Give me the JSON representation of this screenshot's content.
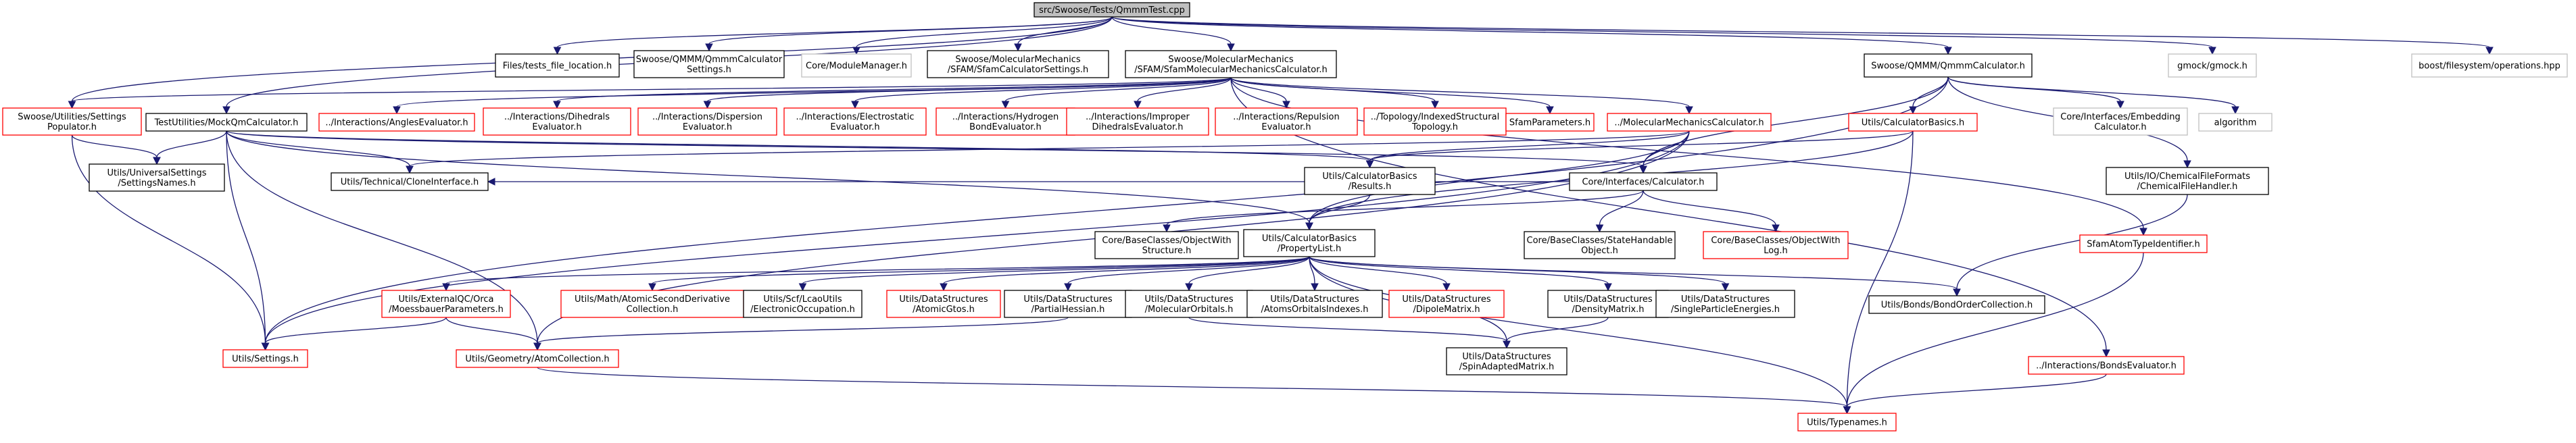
{
  "colors": {
    "edge": "#191970",
    "border_default": "#000000",
    "border_undocumented": "#ff0000",
    "border_external": "#bfbfbf",
    "root_fill": "#bfbfbf",
    "fill": "#ffffff"
  },
  "nodes": {
    "root": {
      "lines": [
        "src/Swoose/Tests/QmmmTest.cpp"
      ],
      "kind": "root"
    },
    "files_tests": {
      "lines": [
        "Files/tests_file_location.h"
      ],
      "kind": "doc"
    },
    "qmmm_calc_settings": {
      "lines": [
        "Swoose/QMMM/QmmmCalculator",
        "Settings.h"
      ],
      "kind": "doc"
    },
    "module_manager": {
      "lines": [
        "Core/ModuleManager.h"
      ],
      "kind": "ext"
    },
    "sfam_calc_settings": {
      "lines": [
        "Swoose/MolecularMechanics",
        "/SFAM/SfamCalculatorSettings.h"
      ],
      "kind": "doc"
    },
    "sfam_mm_calc": {
      "lines": [
        "Swoose/MolecularMechanics",
        "/SFAM/SfamMolecularMechanicsCalculator.h"
      ],
      "kind": "doc"
    },
    "qmmm_calc": {
      "lines": [
        "Swoose/QMMM/QmmmCalculator.h"
      ],
      "kind": "doc"
    },
    "gmock": {
      "lines": [
        "gmock/gmock.h"
      ],
      "kind": "ext"
    },
    "boost_fs": {
      "lines": [
        "boost/filesystem/operations.hpp"
      ],
      "kind": "ext"
    },
    "settings_populator": {
      "lines": [
        "Swoose/Utilities/Settings",
        "Populator.h"
      ],
      "kind": "undoc"
    },
    "mock_qm_calc": {
      "lines": [
        "TestUtilities/MockQmCalculator.h"
      ],
      "kind": "doc"
    },
    "angles_eval": {
      "lines": [
        "../Interactions/AnglesEvaluator.h"
      ],
      "kind": "undoc"
    },
    "dihedrals_eval": {
      "lines": [
        "../Interactions/Dihedrals",
        "Evaluator.h"
      ],
      "kind": "undoc"
    },
    "dispersion_eval": {
      "lines": [
        "../Interactions/Dispersion",
        "Evaluator.h"
      ],
      "kind": "undoc"
    },
    "electrostatic_eval": {
      "lines": [
        "../Interactions/Electrostatic",
        "Evaluator.h"
      ],
      "kind": "undoc"
    },
    "hbond_eval": {
      "lines": [
        "../Interactions/Hydrogen",
        "BondEvaluator.h"
      ],
      "kind": "undoc"
    },
    "improper_eval": {
      "lines": [
        "../Interactions/Improper",
        "DihedralsEvaluator.h"
      ],
      "kind": "undoc"
    },
    "repulsion_eval": {
      "lines": [
        "../Interactions/Repulsion",
        "Evaluator.h"
      ],
      "kind": "undoc"
    },
    "indexed_topology": {
      "lines": [
        "../Topology/IndexedStructural",
        "Topology.h"
      ],
      "kind": "undoc"
    },
    "sfam_params": {
      "lines": [
        "SfamParameters.h"
      ],
      "kind": "undoc"
    },
    "mm_calc": {
      "lines": [
        "../MolecularMechanicsCalculator.h"
      ],
      "kind": "undoc"
    },
    "calc_basics": {
      "lines": [
        "Utils/CalculatorBasics.h"
      ],
      "kind": "undoc"
    },
    "embedding_calc": {
      "lines": [
        "Core/Interfaces/Embedding",
        "Calculator.h"
      ],
      "kind": "ext"
    },
    "algorithm": {
      "lines": [
        "algorithm"
      ],
      "kind": "ext"
    },
    "universal_settings": {
      "lines": [
        "Utils/UniversalSettings",
        "/SettingsNames.h"
      ],
      "kind": "doc"
    },
    "clone_interface": {
      "lines": [
        "Utils/Technical/CloneInterface.h"
      ],
      "kind": "doc"
    },
    "calc_results": {
      "lines": [
        "Utils/CalculatorBasics",
        "/Results.h"
      ],
      "kind": "doc"
    },
    "core_calculator": {
      "lines": [
        "Core/Interfaces/Calculator.h"
      ],
      "kind": "doc"
    },
    "chem_file_handler": {
      "lines": [
        "Utils/IO/ChemicalFileFormats",
        "/ChemicalFileHandler.h"
      ],
      "kind": "doc"
    },
    "property_list": {
      "lines": [
        "Utils/CalculatorBasics",
        "/PropertyList.h"
      ],
      "kind": "doc"
    },
    "obj_structure": {
      "lines": [
        "Core/BaseClasses/ObjectWith",
        "Structure.h"
      ],
      "kind": "doc"
    },
    "state_handable": {
      "lines": [
        "Core/BaseClasses/StateHandable",
        "Object.h"
      ],
      "kind": "doc"
    },
    "obj_log": {
      "lines": [
        "Core/BaseClasses/ObjectWith",
        "Log.h"
      ],
      "kind": "undoc"
    },
    "sfam_atom_type": {
      "lines": [
        "SfamAtomTypeIdentifier.h"
      ],
      "kind": "undoc"
    },
    "orca_moessbauer": {
      "lines": [
        "Utils/ExternalQC/Orca",
        "/MoessbauerParameters.h"
      ],
      "kind": "undoc"
    },
    "atomic_second_deriv": {
      "lines": [
        "Utils/Math/AtomicSecondDerivative",
        "Collection.h"
      ],
      "kind": "undoc"
    },
    "electronic_occupation": {
      "lines": [
        "Utils/Scf/LcaoUtils",
        "/ElectronicOccupation.h"
      ],
      "kind": "doc"
    },
    "atomic_gtos": {
      "lines": [
        "Utils/DataStructures",
        "/AtomicGtos.h"
      ],
      "kind": "undoc"
    },
    "partial_hessian": {
      "lines": [
        "Utils/DataStructures",
        "/PartialHessian.h"
      ],
      "kind": "doc"
    },
    "molecular_orbitals": {
      "lines": [
        "Utils/DataStructures",
        "/MolecularOrbitals.h"
      ],
      "kind": "doc"
    },
    "atoms_orbitals_indexes": {
      "lines": [
        "Utils/DataStructures",
        "/AtomsOrbitalsIndexes.h"
      ],
      "kind": "doc"
    },
    "dipole_matrix": {
      "lines": [
        "Utils/DataStructures",
        "/DipoleMatrix.h"
      ],
      "kind": "undoc"
    },
    "density_matrix": {
      "lines": [
        "Utils/DataStructures",
        "/DensityMatrix.h"
      ],
      "kind": "doc"
    },
    "single_particle_energies": {
      "lines": [
        "Utils/DataStructures",
        "/SingleParticleEnergies.h"
      ],
      "kind": "doc"
    },
    "bond_order_collection": {
      "lines": [
        "Utils/Bonds/BondOrderCollection.h"
      ],
      "kind": "doc"
    },
    "utils_settings": {
      "lines": [
        "Utils/Settings.h"
      ],
      "kind": "undoc"
    },
    "atom_collection": {
      "lines": [
        "Utils/Geometry/AtomCollection.h"
      ],
      "kind": "undoc"
    },
    "spin_adapted_matrix": {
      "lines": [
        "Utils/DataStructures",
        "/SpinAdaptedMatrix.h"
      ],
      "kind": "doc"
    },
    "bonds_eval": {
      "lines": [
        "../Interactions/BondsEvaluator.h"
      ],
      "kind": "undoc"
    },
    "typenames": {
      "lines": [
        "Utils/Typenames.h"
      ],
      "kind": "undoc"
    }
  },
  "edges": [
    [
      "root",
      "files_tests"
    ],
    [
      "root",
      "qmmm_calc_settings"
    ],
    [
      "root",
      "module_manager"
    ],
    [
      "root",
      "sfam_calc_settings"
    ],
    [
      "root",
      "sfam_mm_calc"
    ],
    [
      "root",
      "qmmm_calc"
    ],
    [
      "root",
      "gmock"
    ],
    [
      "root",
      "boost_fs"
    ],
    [
      "root",
      "settings_populator"
    ],
    [
      "root",
      "mock_qm_calc"
    ],
    [
      "sfam_mm_calc",
      "angles_eval"
    ],
    [
      "sfam_mm_calc",
      "dihedrals_eval"
    ],
    [
      "sfam_mm_calc",
      "dispersion_eval"
    ],
    [
      "sfam_mm_calc",
      "electrostatic_eval"
    ],
    [
      "sfam_mm_calc",
      "hbond_eval"
    ],
    [
      "sfam_mm_calc",
      "improper_eval"
    ],
    [
      "sfam_mm_calc",
      "repulsion_eval"
    ],
    [
      "sfam_mm_calc",
      "indexed_topology"
    ],
    [
      "sfam_mm_calc",
      "sfam_params"
    ],
    [
      "sfam_mm_calc",
      "mm_calc"
    ],
    [
      "sfam_mm_calc",
      "sfam_atom_type"
    ],
    [
      "sfam_mm_calc",
      "bonds_eval"
    ],
    [
      "sfam_mm_calc",
      "settings_populator"
    ],
    [
      "qmmm_calc",
      "calc_basics"
    ],
    [
      "qmmm_calc",
      "embedding_calc"
    ],
    [
      "qmmm_calc",
      "algorithm"
    ],
    [
      "qmmm_calc",
      "chem_file_handler"
    ],
    [
      "qmmm_calc",
      "core_calculator"
    ],
    [
      "qmmm_calc",
      "utils_settings"
    ],
    [
      "settings_populator",
      "universal_settings"
    ],
    [
      "settings_populator",
      "utils_settings"
    ],
    [
      "mock_qm_calc",
      "universal_settings"
    ],
    [
      "mock_qm_calc",
      "clone_interface"
    ],
    [
      "mock_qm_calc",
      "calc_results"
    ],
    [
      "mock_qm_calc",
      "core_calculator"
    ],
    [
      "mock_qm_calc",
      "property_list"
    ],
    [
      "mock_qm_calc",
      "utils_settings"
    ],
    [
      "mock_qm_calc",
      "atom_collection"
    ],
    [
      "mm_calc",
      "clone_interface"
    ],
    [
      "mm_calc",
      "calc_results"
    ],
    [
      "mm_calc",
      "core_calculator"
    ],
    [
      "mm_calc",
      "property_list"
    ],
    [
      "mm_calc",
      "atom_collection"
    ],
    [
      "mm_calc",
      "utils_settings"
    ],
    [
      "calc_basics",
      "calc_results"
    ],
    [
      "calc_basics",
      "property_list"
    ],
    [
      "calc_basics",
      "typenames"
    ],
    [
      "calc_results",
      "property_list"
    ],
    [
      "core_calculator",
      "obj_structure"
    ],
    [
      "core_calculator",
      "state_handable"
    ],
    [
      "core_calculator",
      "obj_log"
    ],
    [
      "core_calculator",
      "clone_interface"
    ],
    [
      "chem_file_handler",
      "bond_order_collection"
    ],
    [
      "property_list",
      "orca_moessbauer"
    ],
    [
      "property_list",
      "atomic_second_deriv"
    ],
    [
      "property_list",
      "electronic_occupation"
    ],
    [
      "property_list",
      "atomic_gtos"
    ],
    [
      "property_list",
      "partial_hessian"
    ],
    [
      "property_list",
      "molecular_orbitals"
    ],
    [
      "property_list",
      "atoms_orbitals_indexes"
    ],
    [
      "property_list",
      "dipole_matrix"
    ],
    [
      "property_list",
      "density_matrix"
    ],
    [
      "property_list",
      "single_particle_energies"
    ],
    [
      "property_list",
      "bond_order_collection"
    ],
    [
      "property_list",
      "spin_adapted_matrix"
    ],
    [
      "property_list",
      "typenames"
    ],
    [
      "orca_moessbauer",
      "utils_settings"
    ],
    [
      "orca_moessbauer",
      "atom_collection"
    ],
    [
      "partial_hessian",
      "atom_collection"
    ],
    [
      "molecular_orbitals",
      "spin_adapted_matrix"
    ],
    [
      "density_matrix",
      "spin_adapted_matrix"
    ],
    [
      "atom_collection",
      "typenames"
    ],
    [
      "bonds_eval",
      "typenames"
    ],
    [
      "sfam_atom_type",
      "typenames"
    ]
  ]
}
